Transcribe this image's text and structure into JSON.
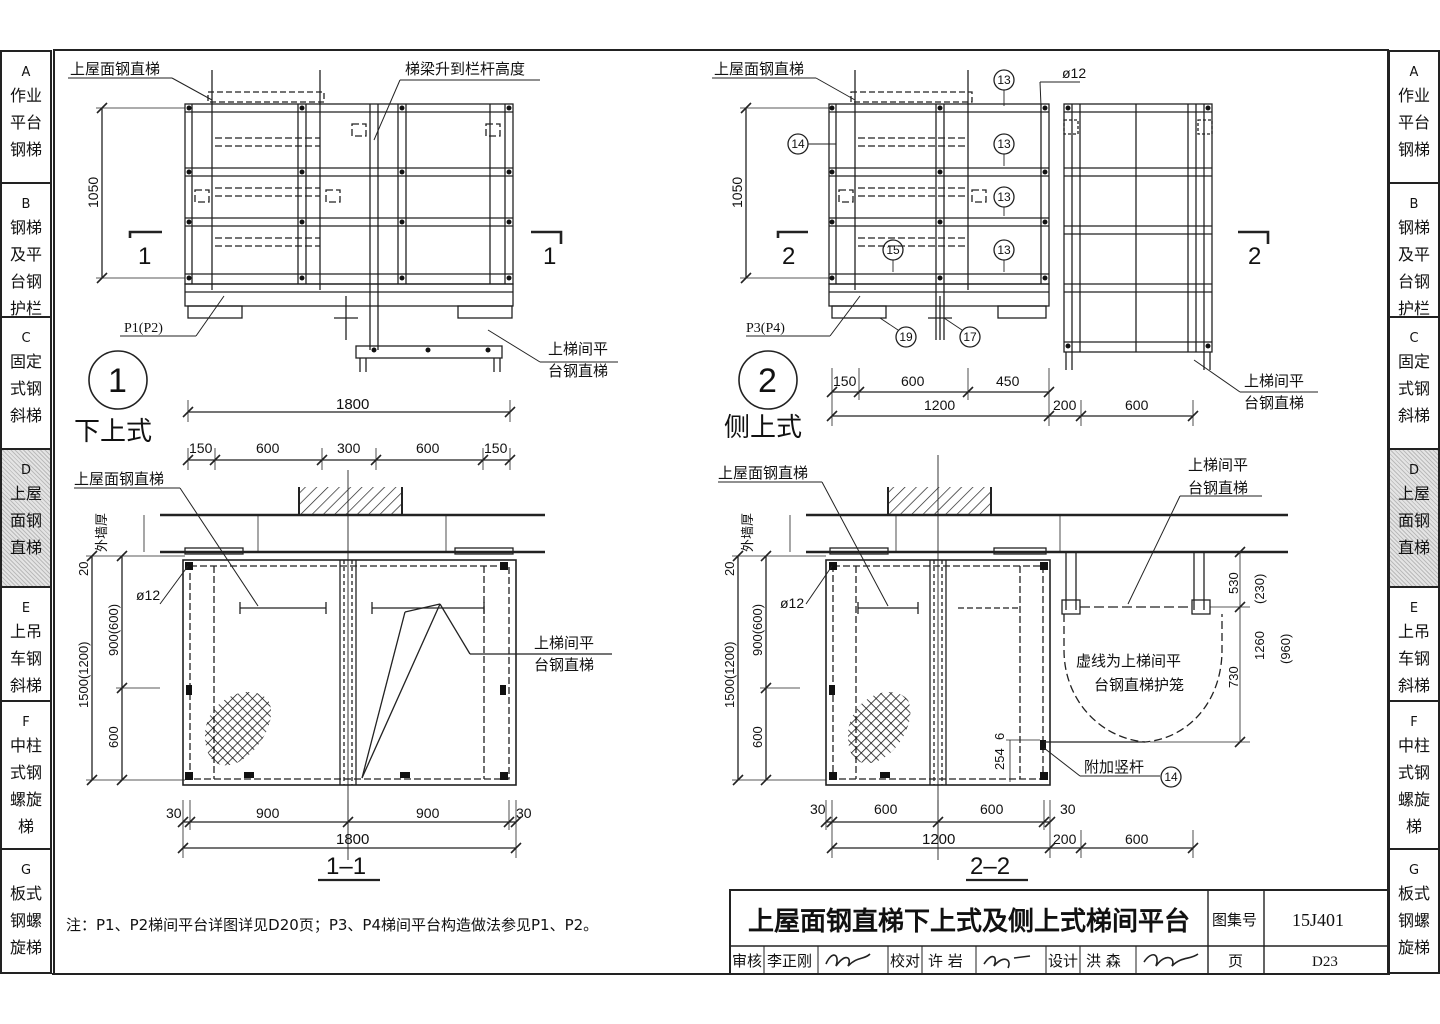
{
  "side_tabs": [
    {
      "letter": "A",
      "label": "作业\n平台\n钢梯",
      "active": false
    },
    {
      "letter": "B",
      "label": "钢梯\n及平\n台钢\n护栏",
      "active": false
    },
    {
      "letter": "C",
      "label": "固定\n式钢\n斜梯",
      "active": false
    },
    {
      "letter": "D",
      "label": "上屋\n面钢\n直梯",
      "active": true
    },
    {
      "letter": "E",
      "label": "上吊\n车钢\n斜梯",
      "active": false
    },
    {
      "letter": "F",
      "label": "中柱\n式钢\n螺旋\n梯",
      "active": false
    },
    {
      "letter": "G",
      "label": "板式\n钢螺\n旋梯",
      "active": false
    }
  ],
  "detail1": {
    "roof_ladder": "上屋面钢直梯",
    "beam_note": "梯梁升到栏杆高度",
    "height": "1050",
    "section": "1",
    "platform": "P1(P2)",
    "stair_ladder_1": "上梯间平",
    "stair_ladder_2": "台钢直梯",
    "width": "1800",
    "number": "1",
    "name": "下上式"
  },
  "plan1": {
    "dims_top": [
      "150",
      "600",
      "300",
      "600",
      "150"
    ],
    "roof_ladder": "上屋面钢直梯",
    "wall": "外墙厚",
    "d20": "20",
    "d1500": "1500(1200)",
    "d900": "900(600)",
    "d600": "600",
    "rod": "ø12",
    "stair_ladder_1": "上梯间平",
    "stair_ladder_2": "台钢直梯",
    "d30a": "30",
    "d900a": "900",
    "d900b": "900",
    "d30b": "30",
    "total": "1800",
    "section_title": "1–1"
  },
  "detail2": {
    "roof_ladder": "上屋面钢直梯",
    "rod": "ø12",
    "callouts": [
      "13",
      "13",
      "13",
      "13",
      "14",
      "15",
      "19",
      "17"
    ],
    "height": "1050",
    "section": "2",
    "platform": "P3(P4)",
    "stair_ladder_1": "上梯间平",
    "stair_ladder_2": "台钢直梯",
    "dims_row": [
      "150",
      "600",
      "450"
    ],
    "dims_total": [
      "1200",
      "200",
      "600"
    ],
    "number": "2",
    "name": "侧上式"
  },
  "plan2": {
    "roof_ladder": "上屋面钢直梯",
    "stair_ladder_1": "上梯间平",
    "stair_ladder_2": "台钢直梯",
    "wall": "外墙厚",
    "d20": "20",
    "d1500": "1500(1200)",
    "d900": "900(600)",
    "d600": "600",
    "rod": "ø12",
    "d530": "530",
    "d230": "(230)",
    "d1260": "1260",
    "d960": "(960)",
    "d730": "730",
    "cage_1": "虚线为上梯间平",
    "cage_2": "台钢直梯护笼",
    "d254": "254",
    "d6": "6",
    "extra_rod": "附加竖杆",
    "extra_num": "14",
    "d30a": "30",
    "d600a": "600",
    "d600b": "600",
    "d30b": "30",
    "d1200": "1200",
    "d200": "200",
    "d600c": "600",
    "section_title": "2–2"
  },
  "note": "注：P1、P2梯间平台详图详见D20页；P3、P4梯间平台构造做法参见P1、P2。",
  "title_block": {
    "title": "上屋面钢直梯下上式及侧上式梯间平台",
    "atlas_label": "图集号",
    "atlas_no": "15J401",
    "review_label": "审核",
    "review_name": "李正刚",
    "check_label": "校对",
    "check_name": "许 岩",
    "design_label": "设计",
    "design_name": "洪 森",
    "page_label": "页",
    "page_no": "D23"
  }
}
